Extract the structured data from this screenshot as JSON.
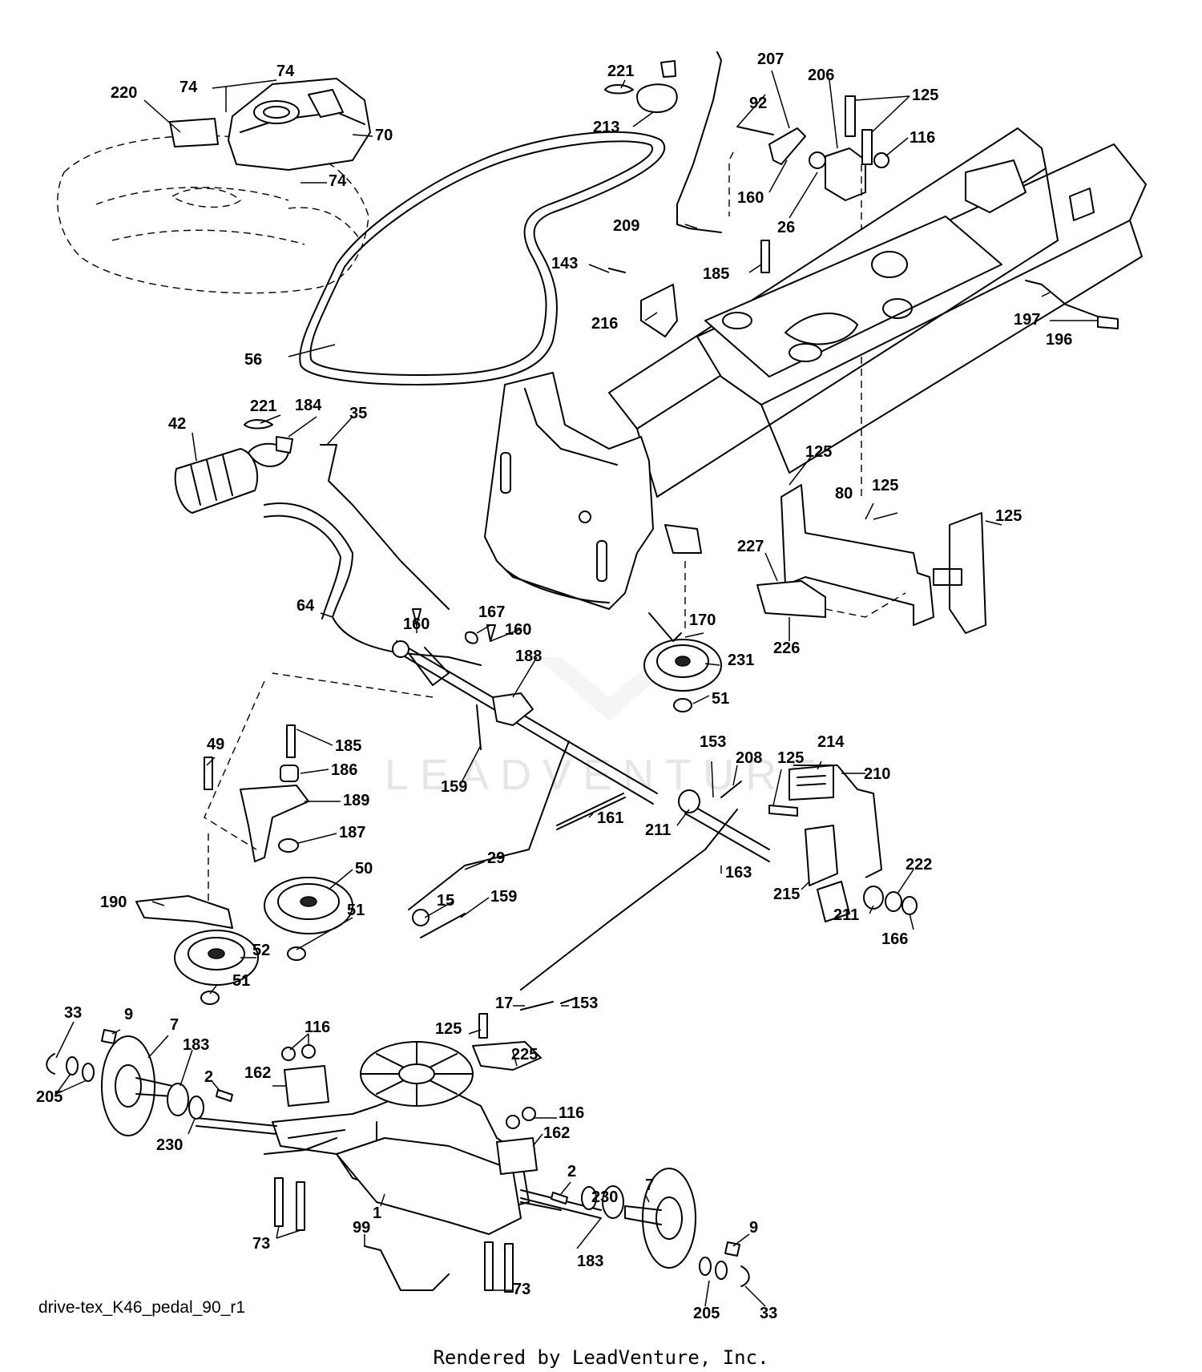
{
  "diagram": {
    "filename": "drive-tex_K46_pedal_90_r1",
    "footer": "Rendered by LeadVenture, Inc.",
    "watermark": "LEADVENTURE",
    "parts": [
      "220",
      "74",
      "74",
      "74",
      "70",
      "221",
      "213",
      "92",
      "207",
      "206",
      "125",
      "116",
      "160",
      "26",
      "209",
      "185",
      "143",
      "216",
      "56",
      "197",
      "196",
      "221",
      "184",
      "35",
      "42",
      "125",
      "80",
      "125",
      "125",
      "227",
      "226",
      "64",
      "160",
      "167",
      "160",
      "188",
      "170",
      "231",
      "51",
      "49",
      "185",
      "186",
      "189",
      "187",
      "159",
      "153",
      "208",
      "125",
      "214",
      "210",
      "161",
      "211",
      "29",
      "163",
      "15",
      "159",
      "215",
      "211",
      "222",
      "166",
      "190",
      "50",
      "51",
      "52",
      "51",
      "17",
      "153",
      "33",
      "9",
      "7",
      "183",
      "116",
      "125",
      "225",
      "205",
      "2",
      "162",
      "230",
      "116",
      "162",
      "2",
      "230",
      "7",
      "1",
      "73",
      "99",
      "9",
      "183",
      "73",
      "205",
      "33"
    ]
  }
}
